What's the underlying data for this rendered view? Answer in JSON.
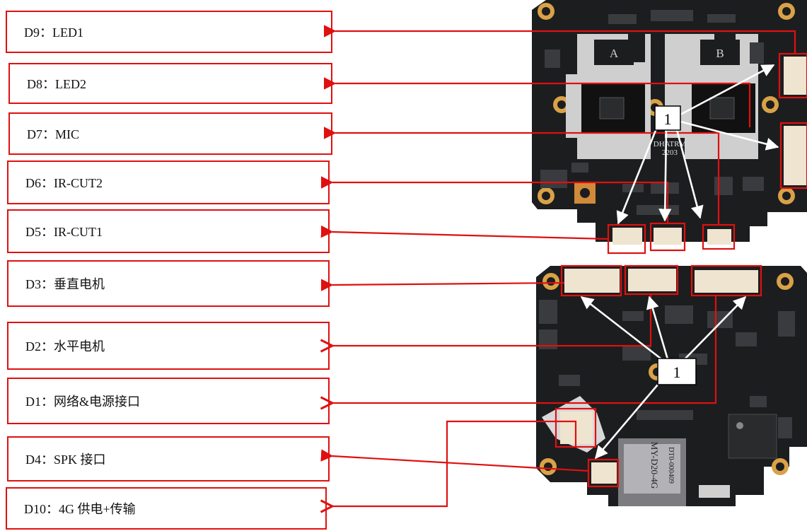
{
  "labels": {
    "d9": "D9：LED1",
    "d8": "D8：LED2",
    "d7": "D7：MIC",
    "d6": "D6：IR-CUT2",
    "d5": "D5：IR-CUT1",
    "d3": "D3：垂直电机",
    "d2": "D2：水平电机",
    "d1": "D1：网络&电源接口",
    "d4": "D4：SPK 接口",
    "d10": "D10：4G 供电+传输"
  },
  "callouts": {
    "top_board": "1",
    "bottom_board": "1"
  },
  "board_markings": {
    "pad_a": "A",
    "pad_b": "B",
    "chip_text": "DHATRM",
    "chip_code": "2203",
    "sd_label": "MY-D20-4G",
    "sd_code": "DT0-000409"
  },
  "colors": {
    "accent": "#e01010",
    "board": "#1c1d1f",
    "pad": "#d8d8d8",
    "connector": "#efe4cf"
  }
}
